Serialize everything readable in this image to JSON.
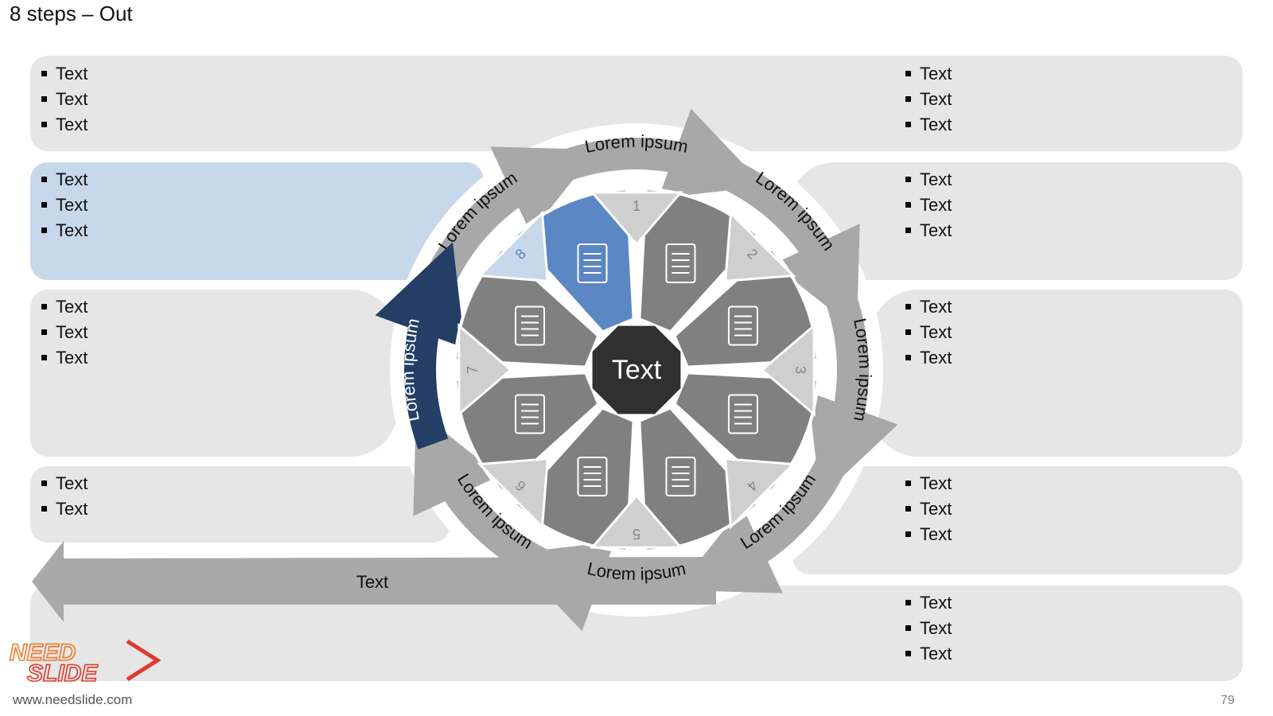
{
  "slide": {
    "title": "8 steps – Out",
    "page_number": "79"
  },
  "left_panels": [
    {
      "items": [
        "Text",
        "Text",
        "Text"
      ]
    },
    {
      "items": [
        "Text",
        "Text",
        "Text"
      ],
      "highlighted": true
    },
    {
      "items": [
        "Text",
        "Text",
        "Text"
      ]
    },
    {
      "items": [
        "Text",
        "Text"
      ]
    }
  ],
  "right_panels": [
    {
      "items": [
        "Text",
        "Text",
        "Text"
      ]
    },
    {
      "items": [
        "Text",
        "Text",
        "Text"
      ]
    },
    {
      "items": [
        "Text",
        "Text",
        "Text"
      ]
    },
    {
      "items": [
        "Text",
        "Text",
        "Text"
      ]
    },
    {
      "items": [
        "Text",
        "Text",
        "Text"
      ]
    }
  ],
  "cycle": {
    "center_label": "Text",
    "active_step": 8,
    "steps": [
      {
        "number": "1",
        "arrow_label": "Lorem ipsum",
        "icon": "lightbulb-icon"
      },
      {
        "number": "2",
        "arrow_label": "Lorem ipsum",
        "icon": "newspaper-icon"
      },
      {
        "number": "3",
        "arrow_label": "Lorem ipsum",
        "icon": "checklist-download-icon"
      },
      {
        "number": "4",
        "arrow_label": "Lorem ipsum",
        "icon": "calculator-icon"
      },
      {
        "number": "5",
        "arrow_label": "Lorem ipsum",
        "icon": "checklist-icon"
      },
      {
        "number": "6",
        "arrow_label": "Lorem ipsum",
        "icon": "signed-contract-icon"
      },
      {
        "number": "7",
        "arrow_label": "Lorem ipsum",
        "icon": "checklist-upload-icon"
      },
      {
        "number": "8",
        "arrow_label": "Lorem ipsum",
        "icon": "documents-download-icon"
      }
    ]
  },
  "out_arrow_label": "Text",
  "brand": {
    "logo_line1": "NEED",
    "logo_line2": "SLIDE",
    "url": "www.needslide.com"
  },
  "colors": {
    "panel": "#e6e6e6",
    "panel_highlight": "#c8d8eb",
    "segment": "#808080",
    "segment_active": "#5b87c4",
    "arrow": "#a8a8a8",
    "arrow_active": "#233f66",
    "center": "#303030"
  }
}
